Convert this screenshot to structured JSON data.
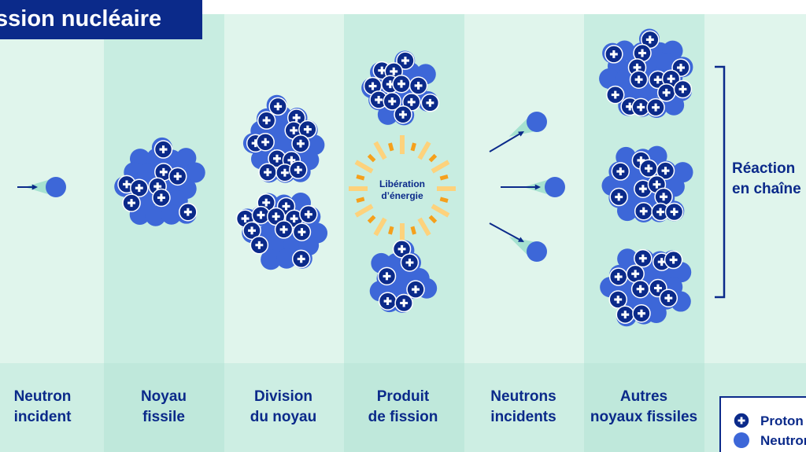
{
  "title": "ssion nucléaire",
  "columns": [
    {
      "line1": "Neutron",
      "line2": "incident"
    },
    {
      "line1": "Noyau",
      "line2": "fissile"
    },
    {
      "line1": "Division",
      "line2": "du noyau"
    },
    {
      "line1": "Produit",
      "line2": "de fission"
    },
    {
      "line1": "Neutrons",
      "line2": "incidents"
    },
    {
      "line1": "Autres",
      "line2": "noyaux fissiles"
    }
  ],
  "energy": {
    "line1": "Libération",
    "line2": "d’énergie"
  },
  "chain": {
    "line1": "Réaction",
    "line2": "en chaîne"
  },
  "legend": {
    "proton": "Proton",
    "neutron": "Neutron"
  },
  "colors": {
    "navy": "#0b2a8a",
    "neutron": "#3d67d8",
    "bg_light": "#e0f5ec",
    "bg_dark": "#c8ede1",
    "orange": "#f5a01c",
    "yellow": "#fdd27c"
  }
}
